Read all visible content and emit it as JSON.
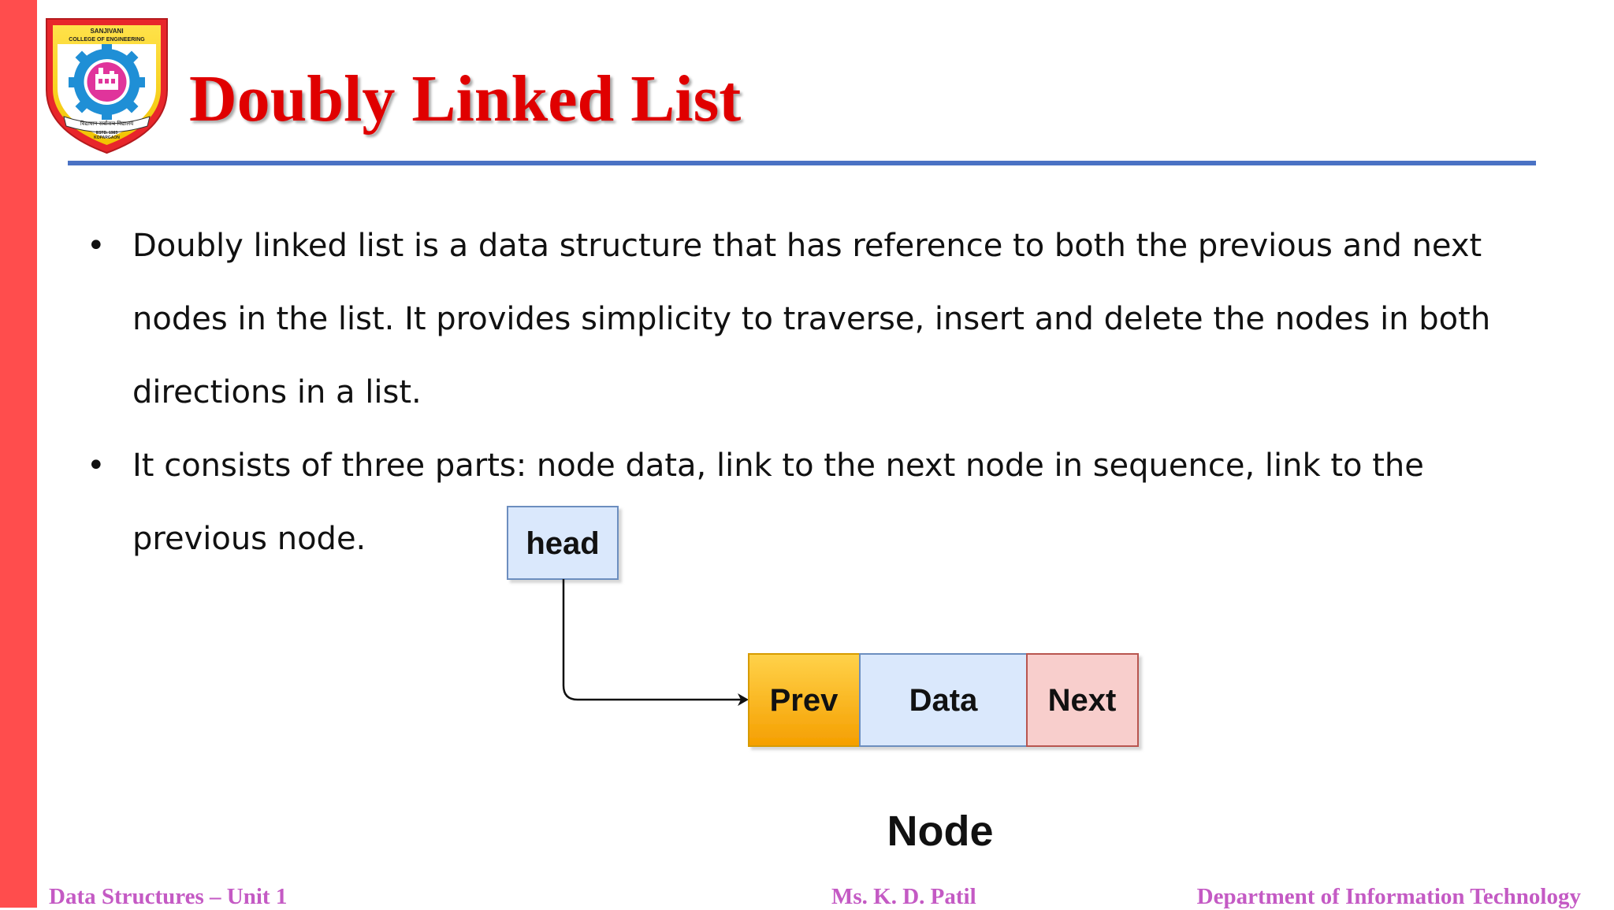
{
  "slide": {
    "title": "Doubly Linked List",
    "bullets": [
      "Doubly linked list is a data structure that has reference to both the previous and next nodes in the list. It provides simplicity to traverse, insert and delete the nodes in both directions in a list.",
      "It consists of three parts: node data, link to the next node in sequence, link to the previous node."
    ],
    "bullet_symbol": "•"
  },
  "logo": {
    "top_text": "SANJIVANI",
    "sub_text": "COLLEGE OF ENGINEERING",
    "motto": "विद्यावान सर्वांनाच विद्यालय",
    "estd": "ESTD. 1983",
    "place": "KOPARGAON",
    "colors": {
      "shield": "#e8262b",
      "rim": "#f6d40a",
      "gear": "#1f8fd6",
      "center": "#e0349b"
    }
  },
  "diagram": {
    "head_label": "head",
    "cells": [
      "Prev",
      "Data",
      "Next"
    ],
    "caption": "Node",
    "colors": {
      "head_fill": "#dae8fc",
      "head_stroke": "#6c8ebf",
      "prev_fill": "#ffb21a",
      "prev_stroke": "#d79b00",
      "data_fill": "#dae8fc",
      "data_stroke": "#6c8ebf",
      "next_fill": "#f8cecc",
      "next_stroke": "#b85450"
    }
  },
  "footer": {
    "left": "Data Structures – Unit 1",
    "center": "Ms. K. D. Patil",
    "right": "Department of Information Technology"
  },
  "theme": {
    "sidebar": "#ff4d4d",
    "title_color": "#e00000",
    "rule_color": "#4a72c4",
    "footer_color": "#c45ac4"
  }
}
